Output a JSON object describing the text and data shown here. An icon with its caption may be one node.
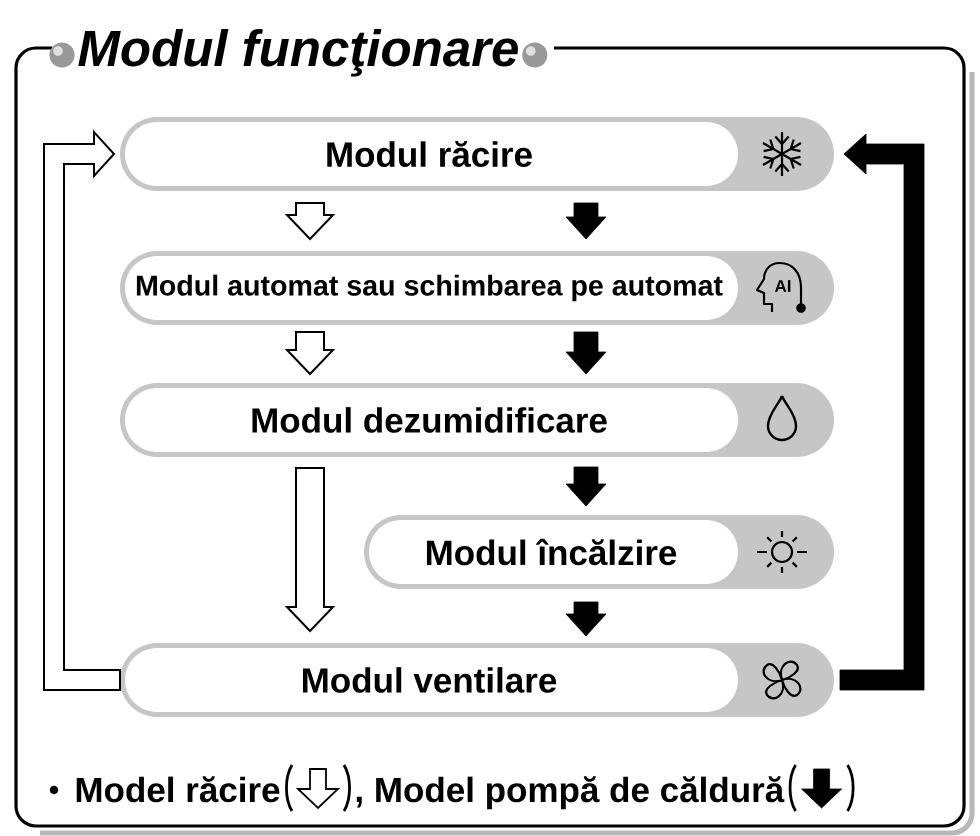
{
  "diagram": {
    "title": "Modul funcţionare",
    "nodes": [
      {
        "text": [
          "Modul răcire"
        ]
      },
      {
        "text": [
          "Modul automat sau schimbarea pe automat",
          "AI"
        ]
      },
      {
        "text": [
          "Modul dezumidificare"
        ]
      },
      {
        "text": [
          "Modul încălzire"
        ]
      },
      {
        "text": [
          "Modul ventilare"
        ]
      }
    ],
    "edges": [
      {
        "from": 0,
        "to": 1,
        "arrow": "to"
      },
      {
        "from": 0,
        "to": 1,
        "arrow": "to",
        "style": "thick"
      },
      {
        "from": 1,
        "to": 2,
        "arrow": "to"
      },
      {
        "from": 1,
        "to": 2,
        "arrow": "to",
        "style": "thick"
      },
      {
        "from": 2,
        "to": 4,
        "arrow": "to"
      },
      {
        "from": 2,
        "to": 3,
        "arrow": "to",
        "style": "thick"
      },
      {
        "from": 3,
        "to": 4,
        "arrow": "to",
        "style": "thick"
      },
      {
        "from": 4,
        "to": 0,
        "arrow": "to"
      },
      {
        "from": 4,
        "to": 0,
        "arrow": "to",
        "style": "thick"
      }
    ],
    "labels": [
      ","
    ],
    "legend": [
      {
        "text": "Model răcire"
      },
      {
        "text": "Model pompă de căldură"
      }
    ]
  }
}
